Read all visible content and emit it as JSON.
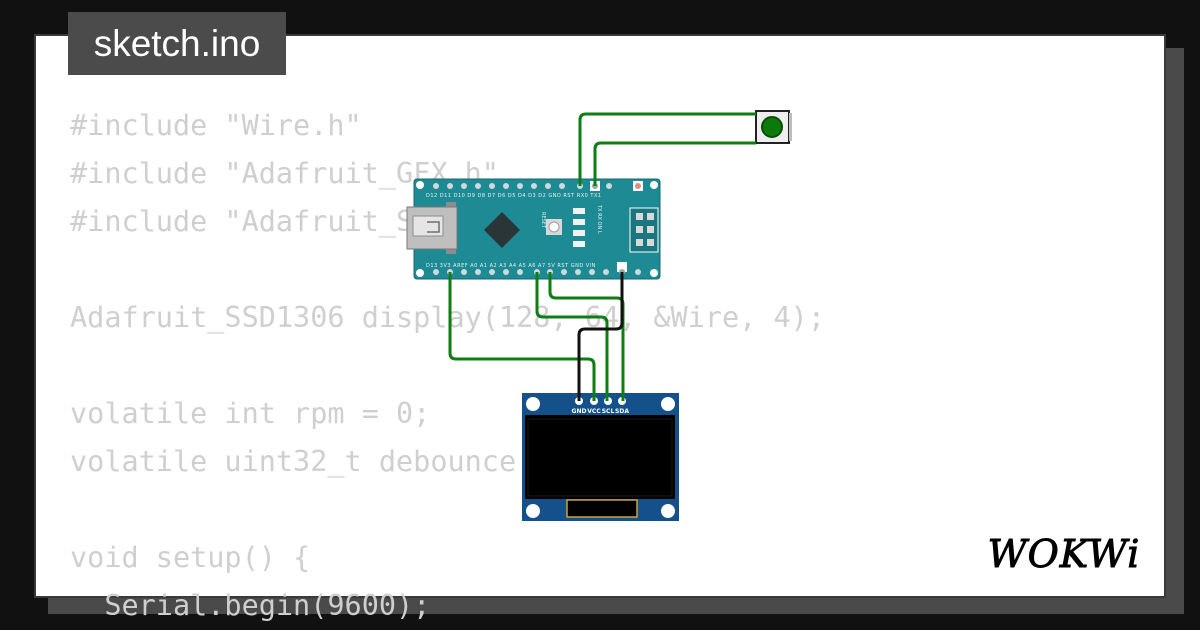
{
  "project": {
    "filename": "sketch.ino"
  },
  "code": {
    "lines": [
      "#include \"Wire.h\"",
      "#include \"Adafruit_GFX.h\"",
      "#include \"Adafruit_SSD1306.h\"",
      "",
      "Adafruit_SSD1306 display(128, 64, &Wire, 4);",
      "",
      "volatile int rpm = 0;",
      "volatile uint32_t debounce = 0;",
      "",
      "void setup() {",
      "  Serial.begin(9600);"
    ]
  },
  "arduino": {
    "top_pins": "D12 D11 D10 D9 D8 D7 D6 D5 D4 D3 D2 GND RST RX0 TX1",
    "bottom_pins": "D13 3V3 AREF A0 A1 A2 A3 A4 A5 A6 A7 5V RST GND VIN",
    "reset_label": "RESET",
    "led_labels": "TX RX ON L"
  },
  "oled": {
    "pins": [
      "GND",
      "VCC",
      "SCL",
      "SDA"
    ]
  },
  "logo": {
    "text": "WOKWi"
  },
  "colors": {
    "background": "#111111",
    "card": "#ffffff",
    "tab": "#4b4b4b",
    "code_text": "#cfcfcf",
    "arduino_board": "#1d8a94",
    "oled_board": "#14508a",
    "wire_green": "#0e7d12",
    "wire_black": "#111111",
    "button_cap": "#0b7a0b"
  }
}
